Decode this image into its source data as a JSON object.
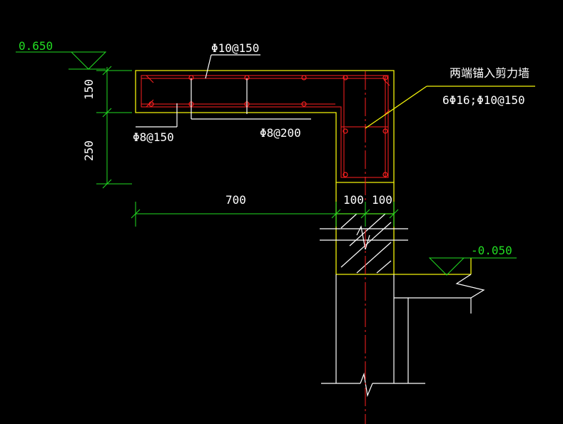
{
  "elevations": {
    "top": "0.650",
    "bottom": "-0.050"
  },
  "rebar_labels": {
    "top_bars": "Φ10@150",
    "bottom_bars": "Φ8@150",
    "distribution_bars": "Φ8@200",
    "anchor_note": "两端锚入剪力墙",
    "column_bars": "6Φ16;Φ10@150"
  },
  "dimensions": {
    "slab_thickness": "150",
    "drop_height": "250",
    "overhang_length": "700",
    "wall_half_left": "100",
    "wall_half_right": "100"
  },
  "colors": {
    "concrete_outline": "#f2f20a",
    "rebar": "#ff2020",
    "dimension": "#22dd22",
    "annotation": "#ffffff",
    "background": "#000000"
  }
}
